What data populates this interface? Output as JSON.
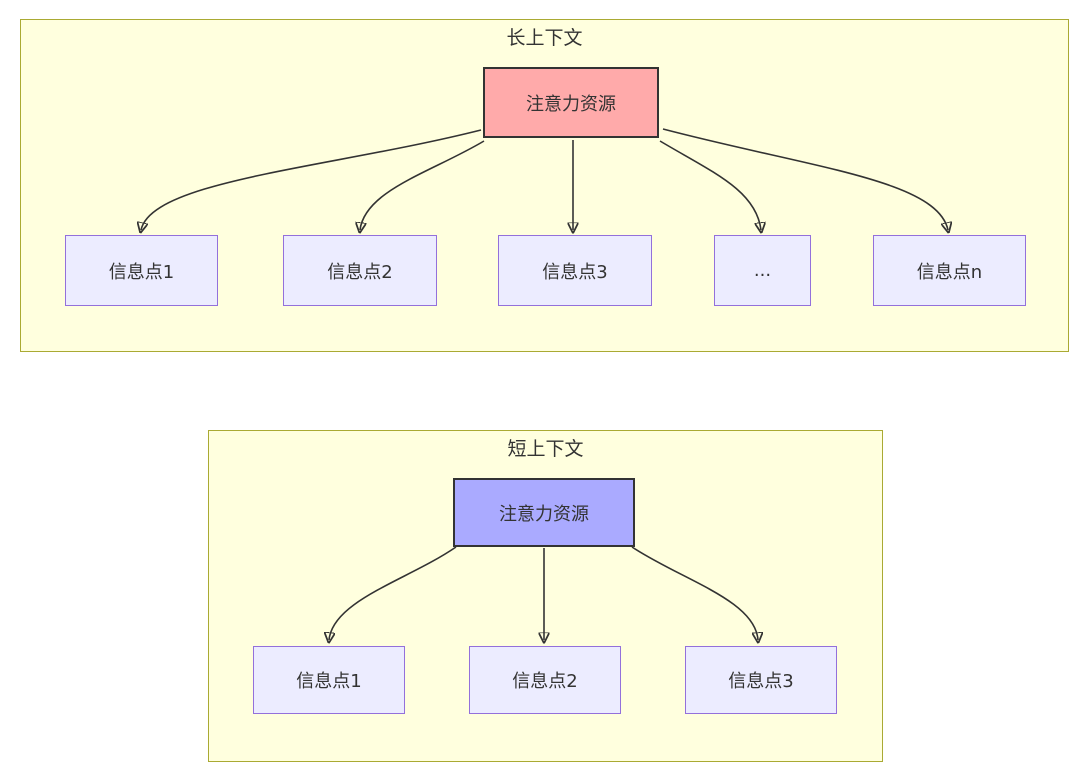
{
  "diagram": {
    "clusters": [
      {
        "title": "长上下文",
        "root": "注意力资源",
        "root_fill": "#ffaaaa",
        "nodes": [
          "信息点1",
          "信息点2",
          "信息点3",
          "...",
          "信息点n"
        ]
      },
      {
        "title": "短上下文",
        "root": "注意力资源",
        "root_fill": "#aaaaff",
        "nodes": [
          "信息点1",
          "信息点2",
          "信息点3"
        ]
      }
    ],
    "colors": {
      "cluster_fill": "#ffffde",
      "cluster_border": "#aaaa33",
      "node_fill": "#ececff",
      "node_border": "#9370db",
      "root_border": "#333333",
      "edge": "#333333",
      "text": "#333333",
      "page_background": "#ffffff"
    }
  }
}
